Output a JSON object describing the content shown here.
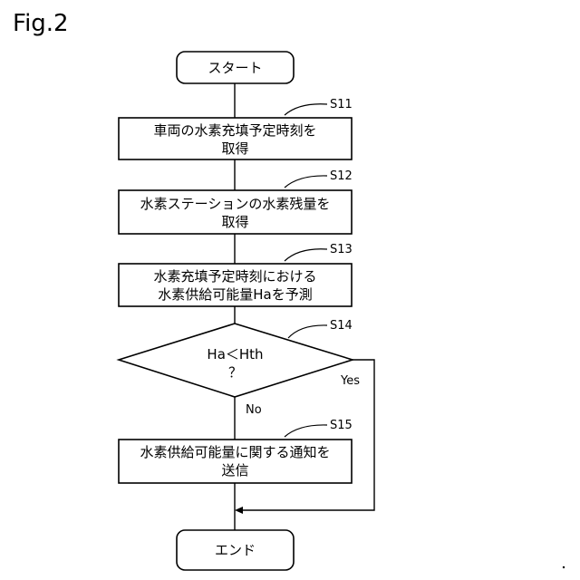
{
  "figure_label": "Fig.2",
  "nodes": {
    "start": {
      "label": "スタート"
    },
    "s11": {
      "step": "S11",
      "line1": "車両の水素充填予定時刻を",
      "line2": "取得"
    },
    "s12": {
      "step": "S12",
      "line1": "水素ステーションの水素残量を",
      "line2": "取得"
    },
    "s13": {
      "step": "S13",
      "line1": "水素充填予定時刻における",
      "line2": "水素供給可能量Haを予測"
    },
    "s14": {
      "step": "S14",
      "line1": "Ha＜Hth",
      "line2": "？"
    },
    "s15": {
      "step": "S15",
      "line1": "水素供給可能量に関する通知を",
      "line2": "送信"
    },
    "end": {
      "label": "エンド"
    }
  },
  "branches": {
    "yes": "Yes",
    "no": "No"
  },
  "colors": {
    "stroke": "#000000",
    "fill": "#ffffff",
    "text": "#000000"
  }
}
